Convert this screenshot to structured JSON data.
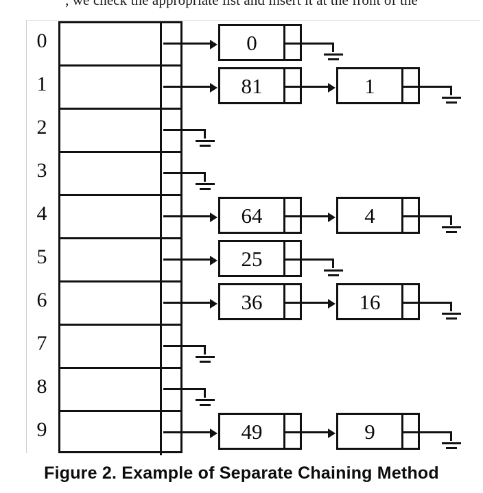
{
  "page": {
    "body_text_fragment": ", we check the appropriate list and insert it at the front of the",
    "caption": "Figure 2. Example of Separate Chaining Method"
  },
  "colors": {
    "ink": "#111111",
    "paper": "#ffffff",
    "rule": "#d8d8d8"
  },
  "diagram": {
    "type": "separate-chaining-hash-table",
    "bucket_count": 10,
    "buckets": [
      {
        "index": "0",
        "chain": [
          "0"
        ],
        "terminator": "ground"
      },
      {
        "index": "1",
        "chain": [
          "81",
          "1"
        ],
        "terminator": "ground"
      },
      {
        "index": "2",
        "chain": [],
        "terminator": "ground"
      },
      {
        "index": "3",
        "chain": [],
        "terminator": "ground"
      },
      {
        "index": "4",
        "chain": [
          "64",
          "4"
        ],
        "terminator": "ground"
      },
      {
        "index": "5",
        "chain": [
          "25"
        ],
        "terminator": "ground"
      },
      {
        "index": "6",
        "chain": [
          "36",
          "16"
        ],
        "terminator": "ground"
      },
      {
        "index": "7",
        "chain": [],
        "terminator": "ground"
      },
      {
        "index": "8",
        "chain": [],
        "terminator": "ground"
      },
      {
        "index": "9",
        "chain": [
          "49",
          "9"
        ],
        "terminator": "ground"
      }
    ]
  }
}
